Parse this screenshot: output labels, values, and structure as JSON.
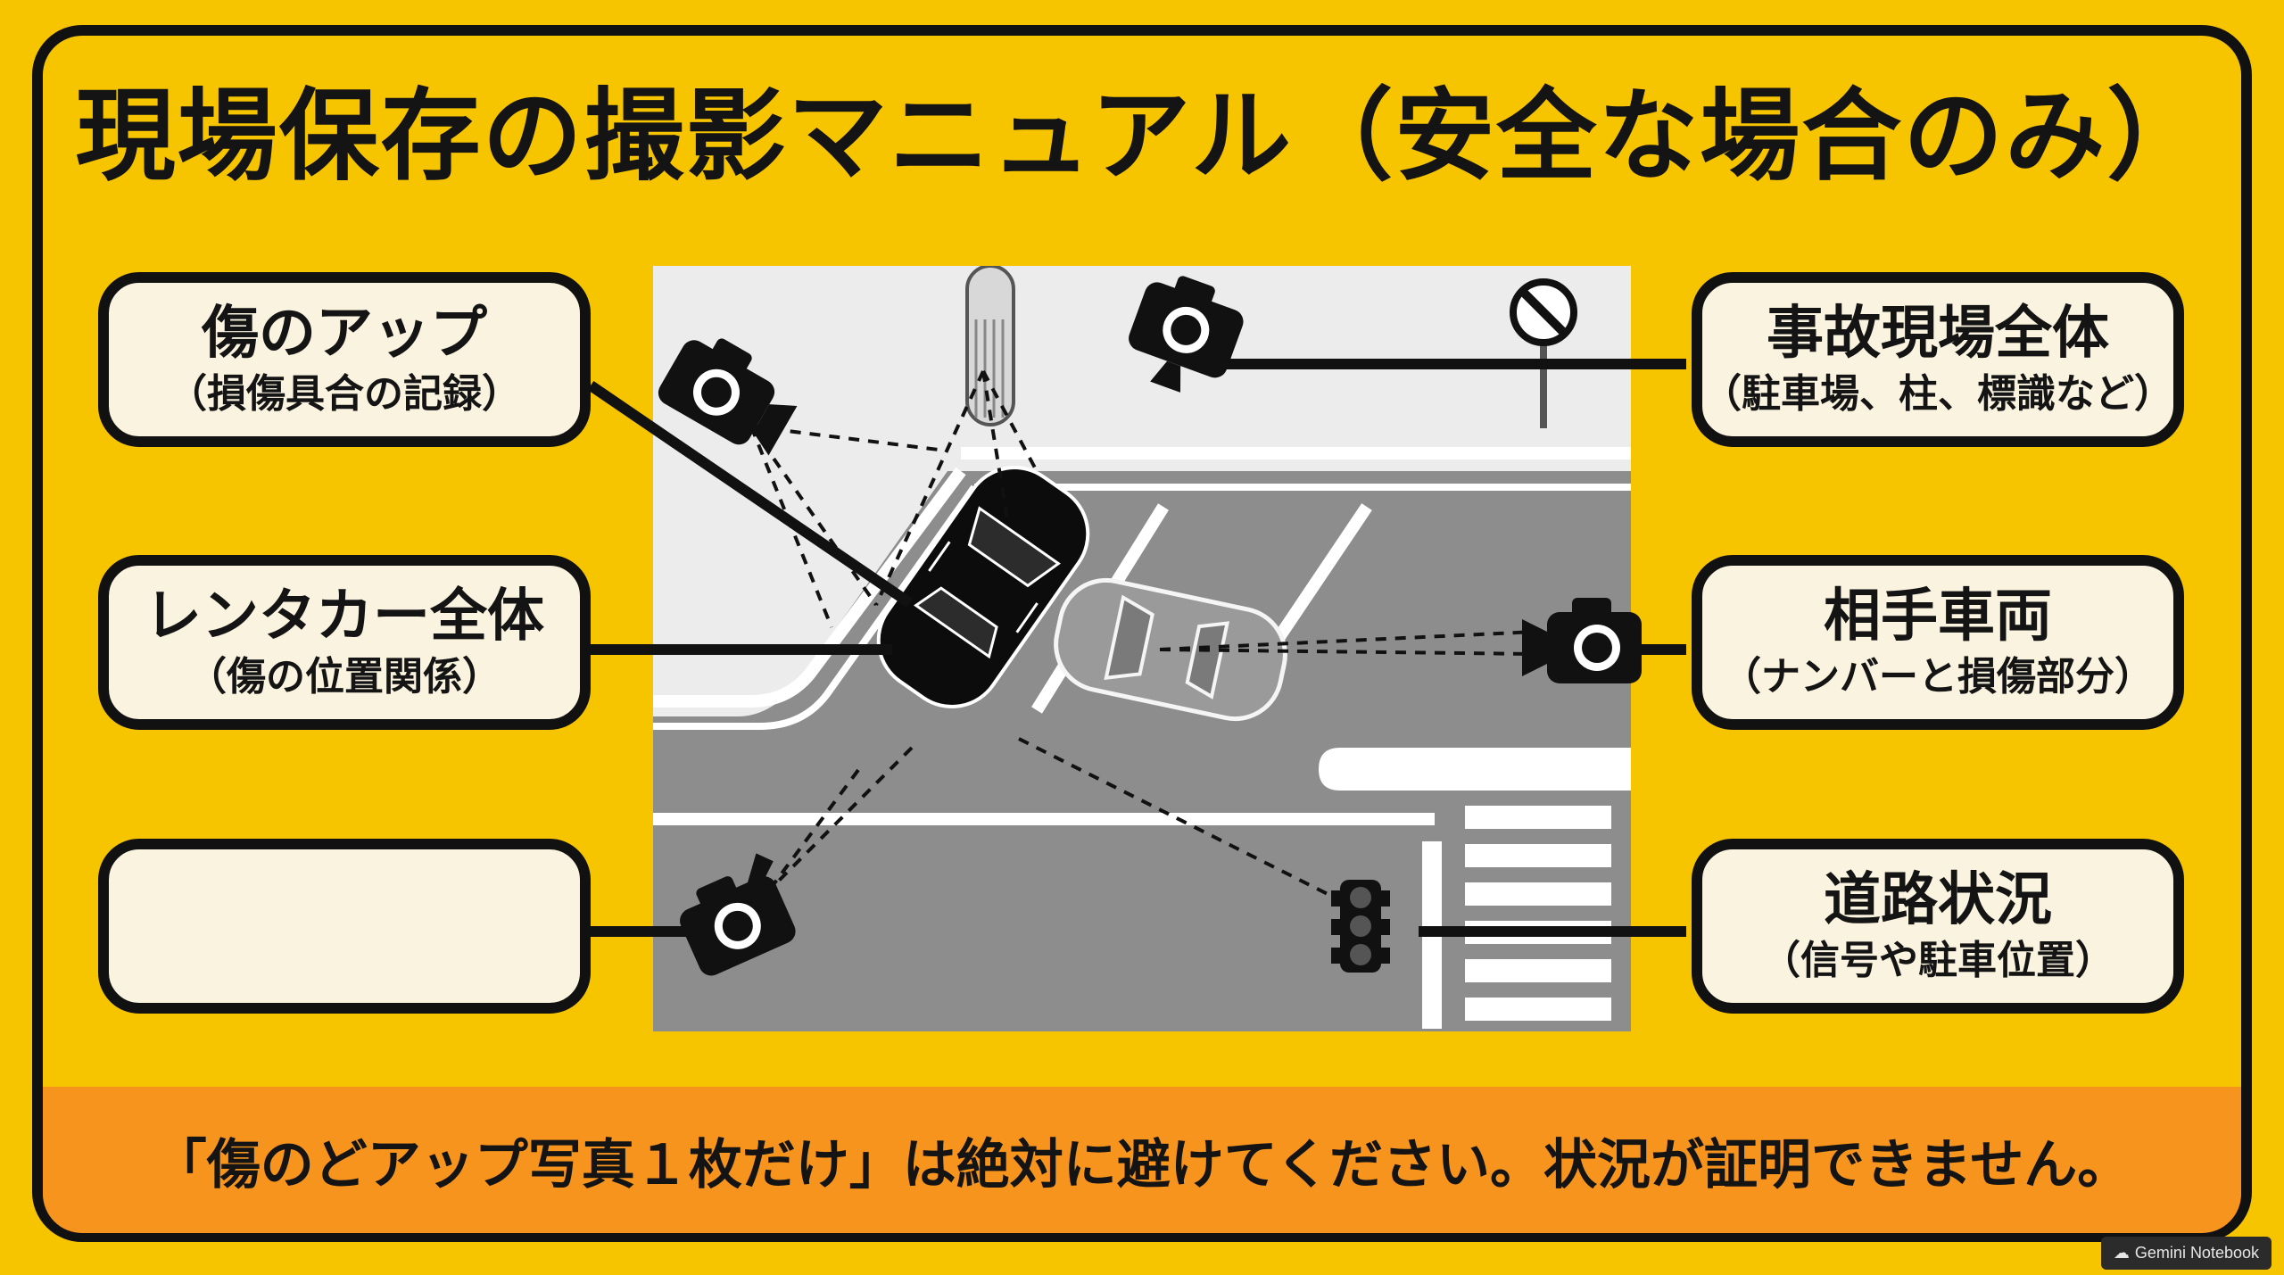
{
  "title": "現場保存の撮影マニュアル（安全な場合のみ）",
  "labels": {
    "wound_closeup": {
      "title": "傷のアップ",
      "sub": "（損傷具合の記録）"
    },
    "rental_car": {
      "title": "レンタカー全体",
      "sub": "（傷の位置関係）"
    },
    "empty": {
      "title": "",
      "sub": ""
    },
    "accident_scene": {
      "title": "事故現場全体",
      "sub": "（駐車場、柱、標識など）"
    },
    "other_vehicle": {
      "title": "相手車両",
      "sub": "（ナンバーと損傷部分）"
    },
    "road_conditions": {
      "title": "道路状況",
      "sub": "（信号や駐車位置）"
    }
  },
  "banner": "「傷のどアップ写真１枚だけ」は絶対に避けてください。状況が証明できません。",
  "watermark": "Gemini Notebook",
  "icons": [
    "camera-icon",
    "traffic-light-icon",
    "no-entry-sign-icon",
    "car-icon"
  ],
  "colors": {
    "background": "#f7c500",
    "banner": "#f7941d",
    "box_fill": "#faf3df",
    "ink": "#111111",
    "asphalt": "#8d8d8d",
    "sidewalk": "#ececec"
  }
}
